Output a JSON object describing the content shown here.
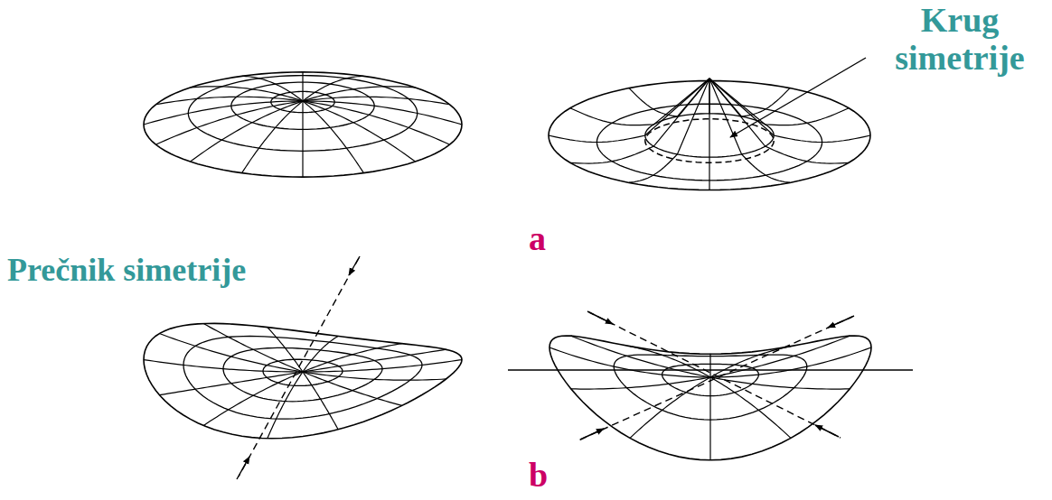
{
  "diagram": {
    "labels": [
      "Krug simetrije",
      "a",
      "Prečnik simetrije",
      "b"
    ]
  }
}
